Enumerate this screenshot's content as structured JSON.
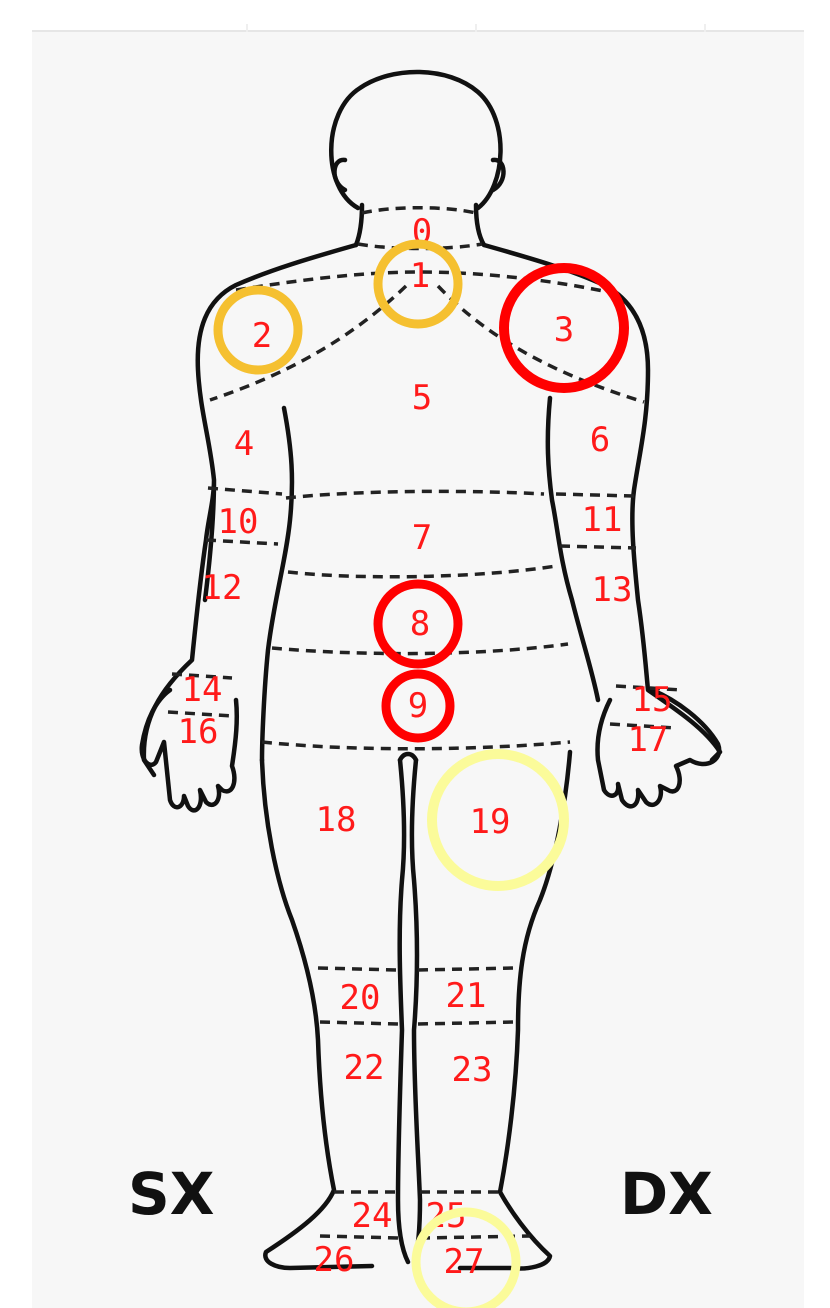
{
  "sides": {
    "left": "SX",
    "right": "DX"
  },
  "regions": [
    {
      "id": "0",
      "label": "0"
    },
    {
      "id": "1",
      "label": "1"
    },
    {
      "id": "2",
      "label": "2"
    },
    {
      "id": "3",
      "label": "3"
    },
    {
      "id": "4",
      "label": "4"
    },
    {
      "id": "5",
      "label": "5"
    },
    {
      "id": "6",
      "label": "6"
    },
    {
      "id": "7",
      "label": "7"
    },
    {
      "id": "8",
      "label": "8"
    },
    {
      "id": "9",
      "label": "9"
    },
    {
      "id": "10",
      "label": "10"
    },
    {
      "id": "11",
      "label": "11"
    },
    {
      "id": "12",
      "label": "12"
    },
    {
      "id": "13",
      "label": "13"
    },
    {
      "id": "14",
      "label": "14"
    },
    {
      "id": "15",
      "label": "15"
    },
    {
      "id": "16",
      "label": "16"
    },
    {
      "id": "17",
      "label": "17"
    },
    {
      "id": "18",
      "label": "18"
    },
    {
      "id": "19",
      "label": "19"
    },
    {
      "id": "20",
      "label": "20"
    },
    {
      "id": "21",
      "label": "21"
    },
    {
      "id": "22",
      "label": "22"
    },
    {
      "id": "23",
      "label": "23"
    },
    {
      "id": "24",
      "label": "24"
    },
    {
      "id": "25",
      "label": "25"
    },
    {
      "id": "26",
      "label": "26"
    },
    {
      "id": "27",
      "label": "27"
    }
  ],
  "highlights": [
    {
      "region": "1",
      "color": "#f5c030"
    },
    {
      "region": "2",
      "color": "#f5c030"
    },
    {
      "region": "3",
      "color": "#ff0000"
    },
    {
      "region": "8",
      "color": "#ff0000"
    },
    {
      "region": "9",
      "color": "#ff0000"
    },
    {
      "region": "19",
      "color": "#fbfb9a"
    },
    {
      "region": "27",
      "color": "#fbfb9a"
    }
  ]
}
